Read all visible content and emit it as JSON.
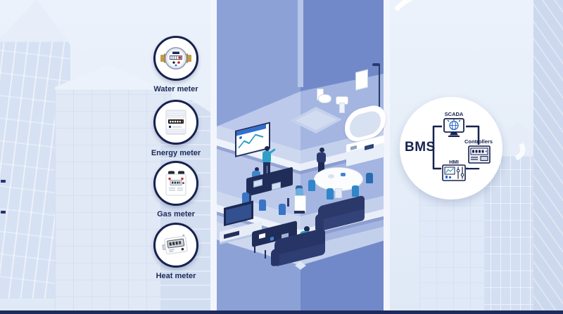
{
  "meters": {
    "items": [
      {
        "id": "water-meter",
        "label": "Water meter",
        "icon": "water-meter-icon"
      },
      {
        "id": "energy-meter",
        "label": "Energy meter",
        "icon": "energy-meter-icon"
      },
      {
        "id": "gas-meter",
        "label": "Gas meter",
        "icon": "gas-meter-icon"
      },
      {
        "id": "heat-meter",
        "label": "Heat meter",
        "icon": "heat-meter-icon"
      }
    ]
  },
  "bms": {
    "title": "BMS",
    "nodes": [
      {
        "id": "scada",
        "label": "SCADA",
        "icon": "scada-monitor-icon"
      },
      {
        "id": "controllers",
        "label": "Controllers",
        "icon": "controllers-device-icon"
      },
      {
        "id": "hmi",
        "label": "HMI",
        "icon": "hmi-panel-icon"
      }
    ]
  },
  "building_scene": {
    "floors": [
      {
        "name": "bathroom-floor",
        "items": [
          "cabinet",
          "toilet",
          "sink",
          "bathtub",
          "shower"
        ]
      },
      {
        "name": "office-floor",
        "items": [
          "presentation-screen",
          "presenter",
          "meeting-table",
          "laptops",
          "chairs",
          "dining-table",
          "kitchen-counter",
          "water-cooler"
        ]
      },
      {
        "name": "living-room-floor",
        "items": [
          "tv",
          "tv-stand",
          "sofa",
          "coffee-table",
          "person-on-sofa"
        ]
      }
    ]
  },
  "colors": {
    "background": "#e7eff9",
    "tower_left_face": "#8ca2d7",
    "tower_right_face": "#7289c9",
    "interior_wall_left": "#bcc9ea",
    "interior_wall_right": "#a3b5e0",
    "floor_slab": "#dde5f4",
    "pale_building": "#d9e3f3",
    "navy": "#1c2950",
    "accent_blue": "#2f7fd1",
    "teal": "#2f9fc6",
    "sofa_navy": "#2a3969",
    "white": "#ffffff",
    "bottom_strip": "#1d2a5c",
    "brass": "#c59a4a"
  }
}
